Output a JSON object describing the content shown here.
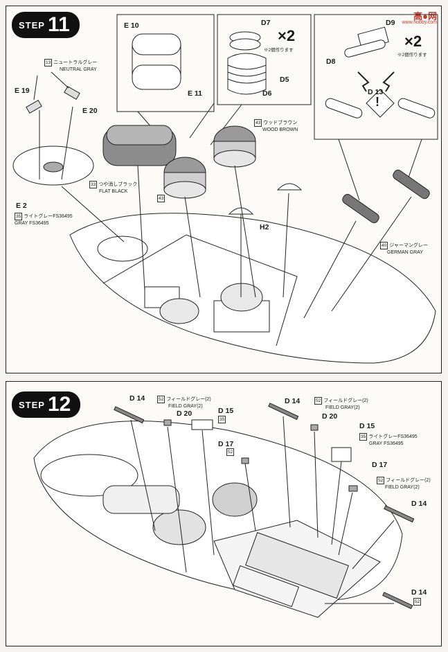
{
  "step11": {
    "badge_word": "STEP",
    "badge_number": "11",
    "parts": {
      "e10": "E 10",
      "e11": "E 11",
      "e19": "E 19",
      "e20": "E 20",
      "e2": "E 2",
      "d7": "D7",
      "d5": "D5",
      "d6": "D6",
      "d9": "D9",
      "d8": "D8",
      "d13": "D 13",
      "h2": "H2"
    },
    "multiplier_a": "×2",
    "multiplier_b": "×2",
    "note_a": "※2個作ります",
    "note_b": "※2個作ります",
    "warning": "!",
    "paints": {
      "neutral_gray": {
        "code": "13",
        "jp": "ニュートラルグレー",
        "en": "NEUTRAL GRAY"
      },
      "flat_black": {
        "code": "33",
        "jp": "つや消しブラック",
        "en": "FLAT BLACK"
      },
      "wood_brown": {
        "code": "43",
        "jp": "ウッドブラウン",
        "en": "WOOD BROWN"
      },
      "wood_brown_code_only": "43",
      "light_gray": {
        "code": "35",
        "jp": "ライトグレーFS36495",
        "en": "GRAY FS36495"
      },
      "german_gray": {
        "code": "40",
        "jp": "ジャーマングレー",
        "en": "GERMAN GRAY"
      }
    }
  },
  "step12": {
    "badge_word": "STEP",
    "badge_number": "12",
    "parts": {
      "d14_a": "D 14",
      "d20_a": "D 20",
      "d15_a": "D 15",
      "d17_a": "D 17",
      "d14_b": "D 14",
      "d20_b": "D 20",
      "d15_b": "D 15",
      "d17_b": "D 17",
      "d14_c": "D 14",
      "d14_d": "D 14"
    },
    "paints": {
      "field_gray_a": {
        "code": "52",
        "jp": "フィールドグレー(2)",
        "en": "FIELD GRAY(2)"
      },
      "field_gray_b": {
        "code": "52",
        "jp": "フィールドグレー(2)",
        "en": "FIELD GRAY(2)"
      },
      "field_gray_c": {
        "code": "52",
        "jp": "フィールドグレー(2)",
        "en": "FIELD GRAY(2)"
      },
      "light_gray": {
        "code": "35",
        "jp": "ライトグレーFS36495",
        "en": "GRAY FS36495"
      },
      "code_35": "35",
      "code_52_a": "52",
      "code_52_b": "52"
    }
  },
  "watermark": {
    "title": "高●网",
    "sub": "www.hobby.com"
  }
}
